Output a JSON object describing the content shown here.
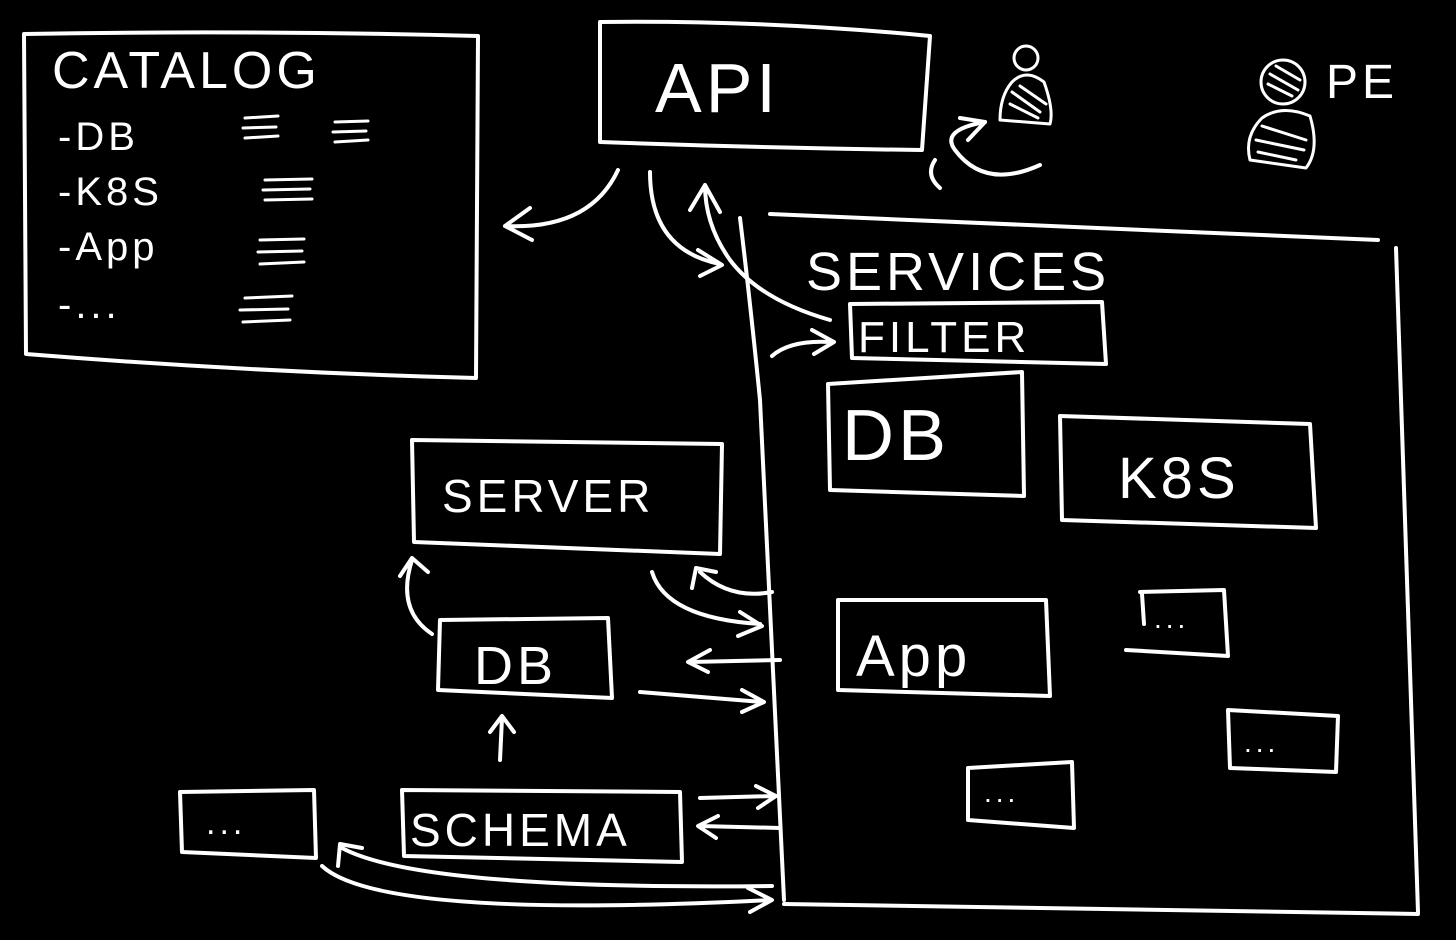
{
  "catalog": {
    "title": "CATALOG",
    "items": [
      "-DB",
      "-K8S",
      "-App",
      "-..."
    ]
  },
  "api": {
    "label": "API"
  },
  "persona": {
    "label": "PE"
  },
  "services": {
    "title": "SERVICES",
    "filter": "FILTER",
    "db": "DB",
    "k8s": "K8S",
    "app": "App",
    "more_1": "...",
    "more_2": "...",
    "more_3": "..."
  },
  "server": {
    "label": "SERVER"
  },
  "local_db": {
    "label": "DB"
  },
  "schema": {
    "label": "SCHEMA"
  },
  "misc": {
    "label": "..."
  },
  "colors": {
    "background": "#000000",
    "ink": "#ffffff"
  }
}
